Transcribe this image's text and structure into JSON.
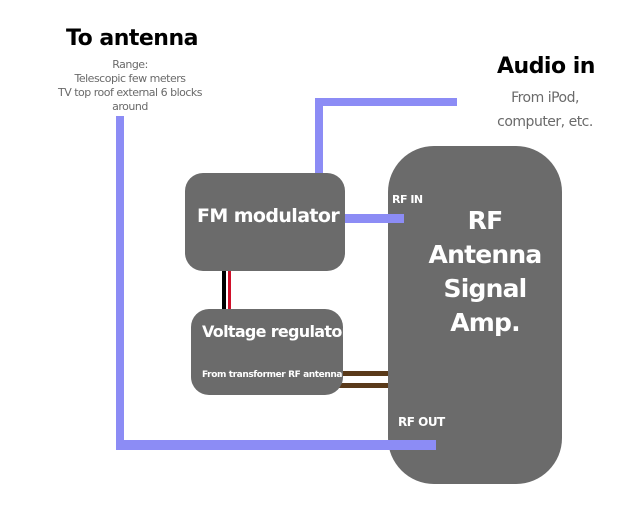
{
  "antenna": {
    "title": "To antenna",
    "lines": [
      "Range:",
      "Telescopic few meters",
      "TV top roof external 6 blocks around"
    ]
  },
  "audio": {
    "title": "Audio in",
    "lines": [
      "From iPod,",
      "computer, etc."
    ]
  },
  "fm_modulator": {
    "label": "FM modulator"
  },
  "voltage_regulator": {
    "label": "Voltage regulator",
    "sublabel": "From transformer RF antenna"
  },
  "amplifier": {
    "lines": [
      "RF",
      "Antenna",
      "Signal",
      "Amp."
    ],
    "port_in": "RF IN",
    "port_out": "RF OUT"
  },
  "colors": {
    "wire_signal": "#8c8cf5",
    "box": "#6b6b6b",
    "power_black": "#000000",
    "power_red": "#d0102a",
    "power_brown": "#5a3a1a"
  }
}
